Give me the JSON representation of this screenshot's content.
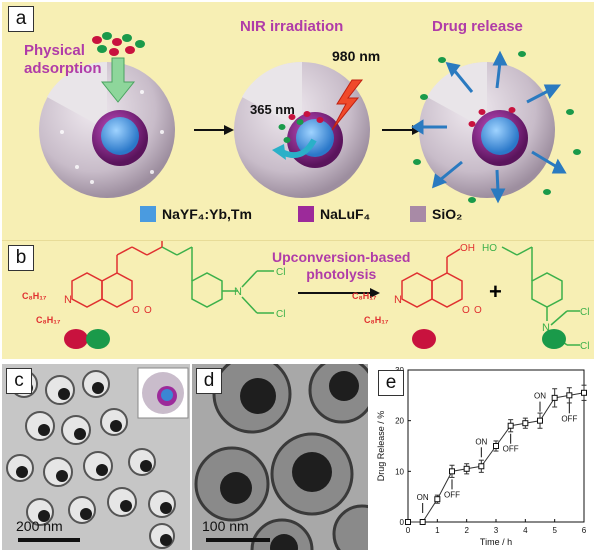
{
  "panel_labels": {
    "a": "a",
    "b": "b",
    "c": "c",
    "d": "d",
    "e": "e"
  },
  "panel_a": {
    "step1": "Physical adsorption",
    "step1_line1": "Physical",
    "step1_line2": "adsorption",
    "step2": "NIR irradiation",
    "step3": "Drug release",
    "wavelength_980": "980 nm",
    "wavelength_365": "365 nm",
    "legend": [
      {
        "label": "NaYF₄:Yb,Tm",
        "color": "#4a9be0"
      },
      {
        "label": "NaLuF₄",
        "color": "#9c2a9a"
      },
      {
        "label": "SiO₂",
        "color": "#a88aa6"
      }
    ]
  },
  "panel_b": {
    "reaction_label_line1": "Upconversion-based",
    "reaction_label_line2": "photolysis",
    "plus": "+",
    "substituent": "C₈H₁₇",
    "atoms": {
      "N": "N",
      "O": "O",
      "OH": "OH",
      "HO": "HO",
      "Cl": "Cl"
    }
  },
  "panel_c": {
    "scale": "200 nm"
  },
  "panel_d": {
    "scale": "100 nm"
  },
  "chart_data": {
    "type": "line",
    "xlabel": "Time / h",
    "ylabel": "Drug Release / %",
    "xlim": [
      0,
      6
    ],
    "ylim": [
      0,
      30
    ],
    "xticks": [
      0,
      1,
      2,
      3,
      4,
      5,
      6
    ],
    "yticks": [
      0,
      10,
      20,
      30
    ],
    "x": [
      0,
      0.5,
      1,
      1.5,
      2,
      2.5,
      3,
      3.5,
      4,
      4.5,
      5,
      5.5,
      6
    ],
    "y": [
      0,
      0,
      4.5,
      10,
      10.5,
      11,
      15,
      19,
      19.5,
      20,
      24.5,
      25,
      25.5
    ],
    "errors": [
      0,
      0,
      0.8,
      1.2,
      1,
      1.2,
      1,
      1.2,
      1,
      1.5,
      1.8,
      1.5,
      1.5
    ],
    "annotations": [
      {
        "text": "ON",
        "x": 0.5
      },
      {
        "text": "OFF",
        "x": 1.5
      },
      {
        "text": "ON",
        "x": 2.5
      },
      {
        "text": "OFF",
        "x": 3.5
      },
      {
        "text": "ON",
        "x": 4.5
      },
      {
        "text": "OFF",
        "x": 5.5
      }
    ]
  }
}
